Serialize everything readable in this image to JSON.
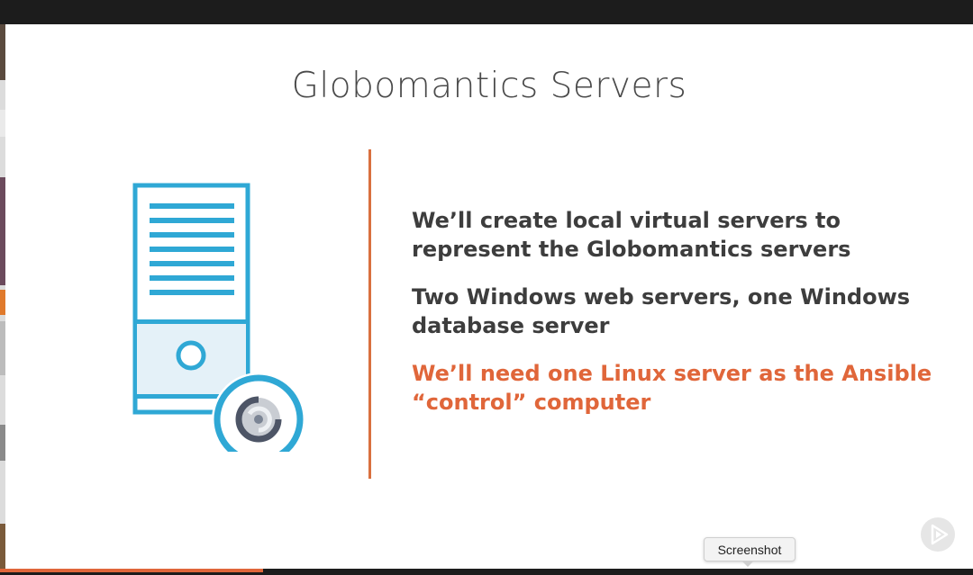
{
  "slide": {
    "title": "Globomantics Servers",
    "bullets": [
      {
        "text": "We’ll create local virtual servers to\nrepresent the Globomantics servers",
        "highlight": false
      },
      {
        "text": "Two Windows web servers, one Windows\ndatabase server",
        "highlight": false
      },
      {
        "text": "We’ll need one Linux server as the Ansible\n“control” computer",
        "highlight": true
      }
    ],
    "illustration_icon": "server-with-ansible-badge-icon"
  },
  "player": {
    "progress": 0.27,
    "control_icon": "play-circle-icon"
  },
  "tooltip": {
    "label": "Screenshot"
  },
  "colors": {
    "accent": "#e0663a",
    "divider": "#d9703f",
    "server_blue": "#2fa8d5",
    "text_dark": "#3d3d3d",
    "title_gray": "#4a4a4a",
    "chrome_dark": "#1c1c1c"
  }
}
